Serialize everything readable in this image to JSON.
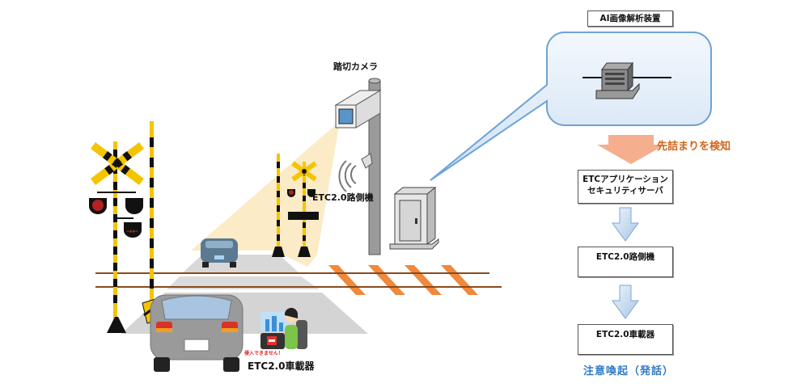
{
  "scene": {
    "camera_label": "踏切カメラ",
    "roadside_unit_label": "ETC2.0路側機",
    "onboard_unit_label": "ETC2.0車載器",
    "warning_screen_text": "侵入できません！"
  },
  "ai_device": {
    "title": "AI画像解析装置"
  },
  "flow": {
    "detect_label": "先詰まりを検知",
    "steps": [
      {
        "line1": "ETCアプリケーション",
        "line2": "セキュリティサーバ"
      },
      {
        "line1": "ETC2.0路側機"
      },
      {
        "line1": "ETC2.0車載器"
      }
    ],
    "result_label": "注意喚起（発話）"
  },
  "colors": {
    "bubble_fill": "#dbe8f6",
    "bubble_stroke": "#6ea3d6",
    "detect_arrow": "#f4a582",
    "detect_text": "#d0661c",
    "result_text": "#2e7cc4",
    "crossing_yellow": "#f5c400",
    "rail": "#8a4a1c",
    "sleeper": "#f0893c",
    "camera_beam": "#fbe9c0"
  }
}
